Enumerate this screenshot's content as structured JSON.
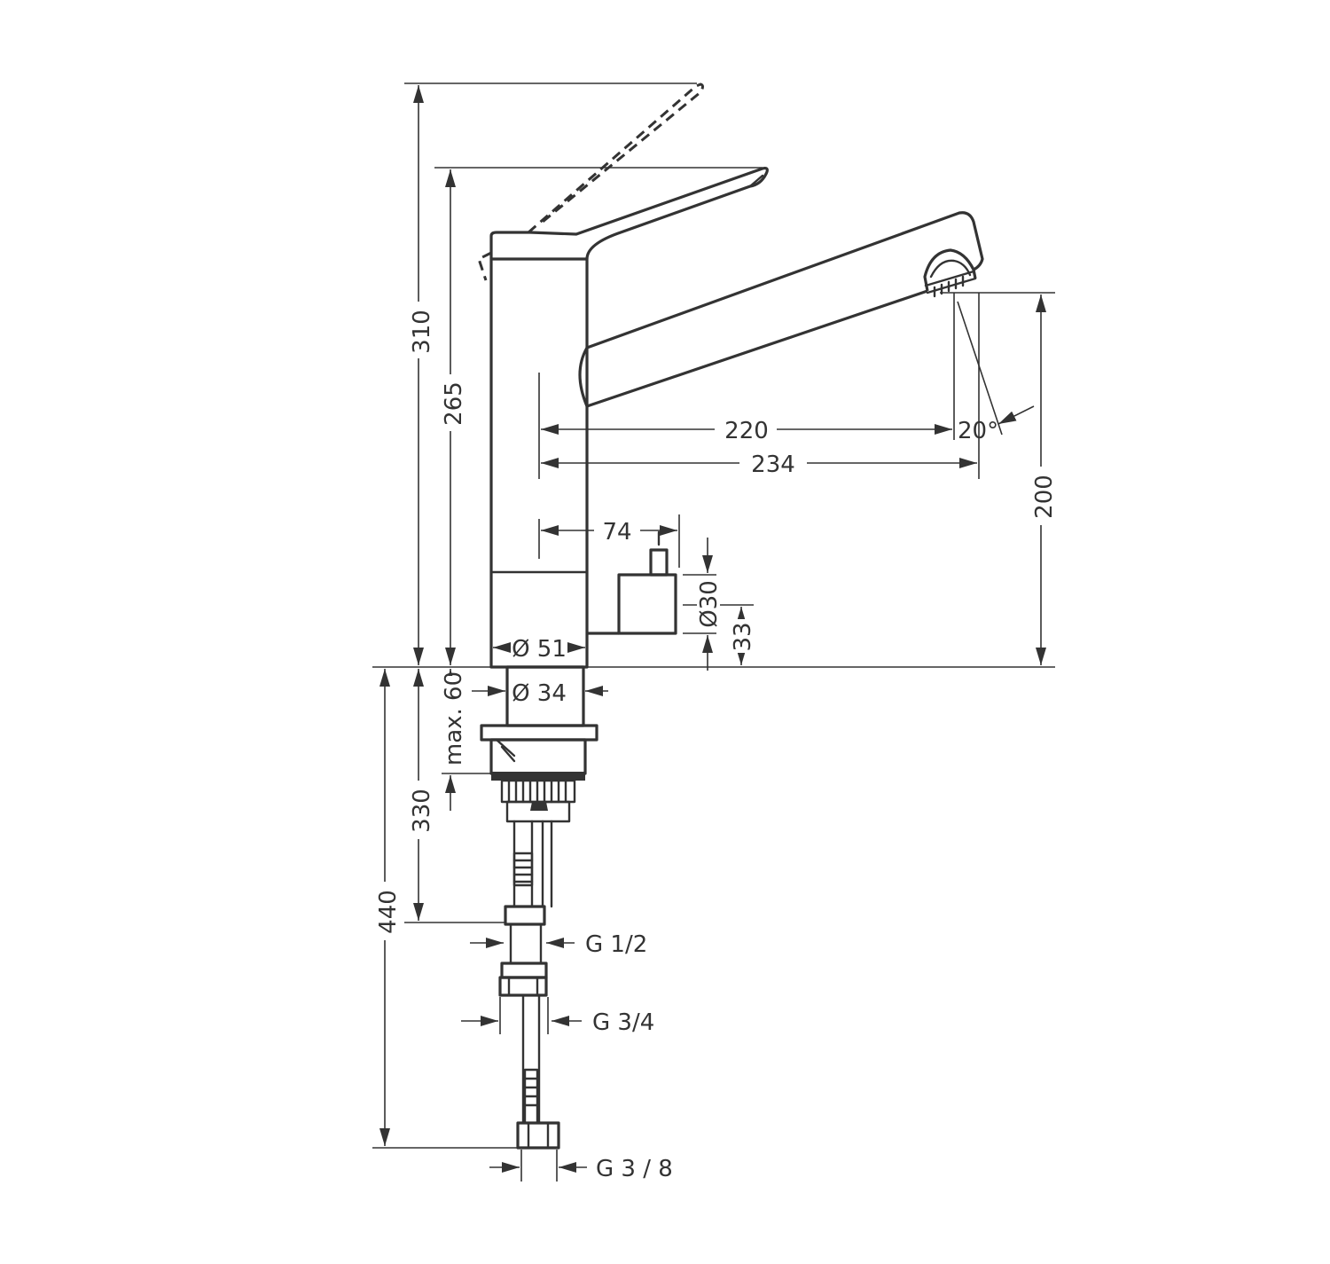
{
  "dimensions": {
    "total_height_raised_lever": "310",
    "total_height": "265",
    "spout_clearance": "200",
    "reach_220": "220",
    "reach_234": "234",
    "swivel_angle": "20°",
    "control_offset": "74",
    "control_diameter": "Ø30",
    "control_height": "33",
    "body_diameter": "Ø 51",
    "shank_diameter": "Ø 34",
    "max_deck_thickness": "max. 60",
    "shank_length": "330",
    "hose_length": "440",
    "thread_1": "G 1/2",
    "thread_2": "G 3/4",
    "thread_3": "G 3 / 8"
  },
  "colors": {
    "line": "#333333",
    "background": "#ffffff"
  }
}
